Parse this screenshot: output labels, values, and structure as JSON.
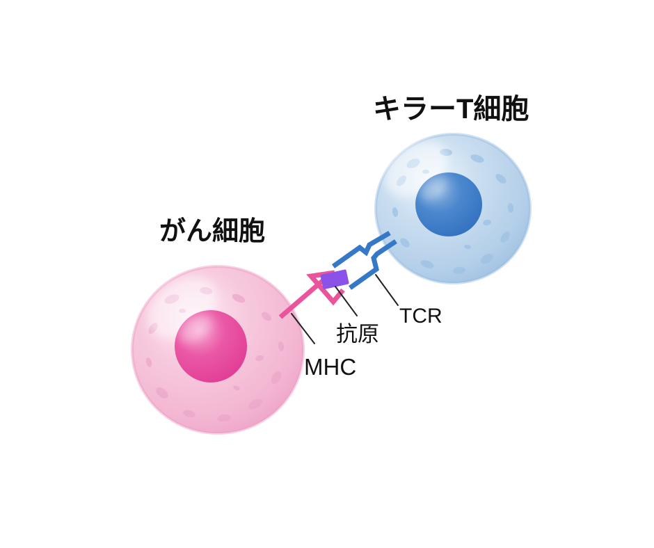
{
  "figure": {
    "labels": {
      "killer_t_cell": "キラーT細胞",
      "cancer_cell": "がん細胞",
      "mhc": "MHC",
      "antigen": "抗原",
      "tcr": "TCR"
    },
    "palette": {
      "background": "#ffffff",
      "text": "#111111",
      "leader_line": "#222222",
      "cancer_body_light": "#fdeef6",
      "cancer_body": "#f7cade",
      "cancer_body_mid": "#f3b6d2",
      "cancer_rim": "#ec9cc4",
      "cancer_speckle": "#eba6ca",
      "cancer_nucleus_light": "#f6a6d1",
      "cancer_nucleus_mid": "#ea58a5",
      "cancer_nucleus": "#e5469a",
      "cancer_nucleus_dark": "#de3992",
      "t_body_light": "#eff6fc",
      "t_body": "#cadef0",
      "t_body_mid": "#b4cfe9",
      "t_rim": "#97bbdf",
      "t_speckle": "#9dc1e4",
      "t_nucleus_light": "#8ab2de",
      "t_nucleus_mid": "#4b87ce",
      "t_nucleus": "#3b79c6",
      "t_nucleus_dark": "#2f6cba",
      "mhc_stroke": "#e9549b",
      "tcr_stroke": "#3578c7",
      "antigen_fill": "#8b52ea"
    }
  }
}
